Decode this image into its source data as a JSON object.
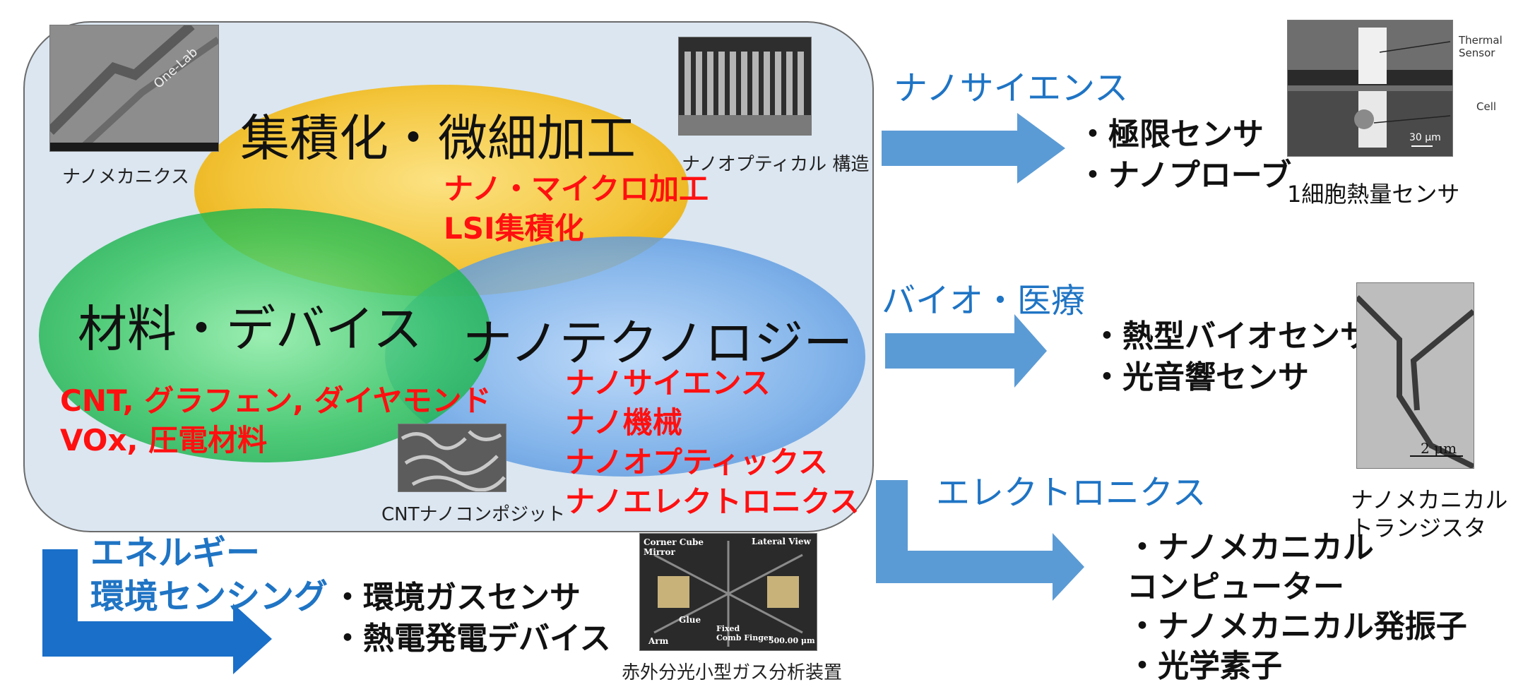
{
  "circles": {
    "integration_title": "集積化・微細加工",
    "integration_items": [
      "ナノ・マイクロ加工",
      "LSI集積化"
    ],
    "materials_title": "材料・デバイス",
    "materials_items": [
      "CNT, グラフェン, ダイヤモンド",
      "VOx, 圧電材料"
    ],
    "nanotech_title": "ナノテクノロジー",
    "nanotech_items": [
      "ナノサイエンス",
      "ナノ機械",
      "ナノオプティックス",
      "ナノエレクトロニクス"
    ]
  },
  "photo_captions": {
    "nanomechanics": "ナノメカニクス",
    "nano_optical": "ナノオプティカル 構造",
    "cnt_composite": "CNTナノコンポジット",
    "ir_gas": "赤外分光小型ガス分析装置",
    "cell_sensor": "1細胞熱量センサ",
    "transistor": "ナノメカニカル\nトランジスタ"
  },
  "photo_labels": {
    "nanomech_text": "One-Lab",
    "thermal": "Thermal\nSensor",
    "cell": "Cell",
    "scale_30": "30 μm",
    "scale_2": "2 μm",
    "corner_cube": "Corner Cube\nMirror",
    "lateral": "Lateral View",
    "glue": "Glue",
    "fixed_comb": "Fixed\nComb Finger",
    "arm": "Arm",
    "scale_500": "500.00 μm"
  },
  "applications": {
    "nanoscience_heading": "ナノサイエンス",
    "nanoscience_items": [
      "・極限センサ",
      "・ナノプローブ"
    ],
    "bio_heading": "バイオ・医療",
    "bio_items": [
      "・熱型バイオセンサ",
      "・光音響センサ"
    ],
    "electronics_heading": "エレクトロニクス",
    "electronics_items": [
      "・ナノメカニカル",
      "コンピューター",
      "・ナノメカニカル発振子",
      "・光学素子"
    ],
    "energy_heading": "エネルギー\n環境センシング",
    "energy_items": [
      "・環境ガスセンサ",
      "・熱電発電デバイス"
    ]
  },
  "colors": {
    "yellow_circle": "#f2b900",
    "green_circle": "#22c052",
    "blue_circle": "#5b9be0",
    "arrow_blue": "#5b9bd5",
    "energy_arrow": "#1a6fc9",
    "highlight_red": "#ff1010",
    "heading_blue": "#1f74c4"
  }
}
